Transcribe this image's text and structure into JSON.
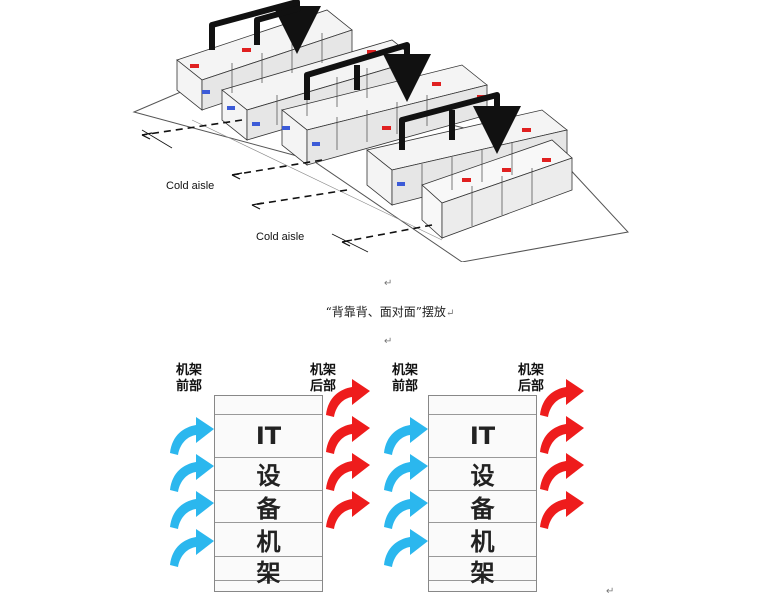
{
  "top_diagram": {
    "labels": [
      "Cold aisle",
      "Cold aisle"
    ]
  },
  "caption": "“背靠背、面对面”摆放",
  "paragraph_mark": "↵",
  "airflow_diagram": {
    "front_label": [
      "机架",
      "前部"
    ],
    "rear_label": [
      "机架",
      "后部"
    ],
    "rack_text": [
      "IT",
      "设",
      "备",
      "机",
      "架"
    ],
    "colors": {
      "cold": "#2bb7ee",
      "hot": "#ee1c1c"
    }
  }
}
